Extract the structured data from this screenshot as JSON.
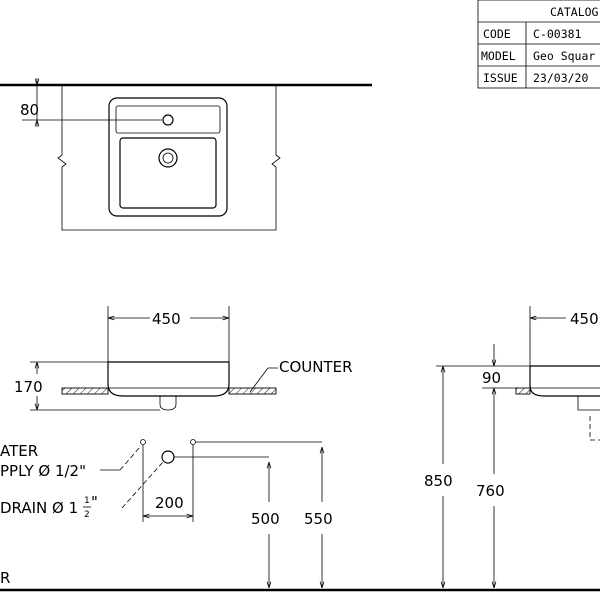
{
  "title_block": {
    "catalog_label": "CATALOG",
    "rows": [
      {
        "label": "CODE",
        "value": "C-00381"
      },
      {
        "label": "MODEL",
        "value": "Geo Squar"
      },
      {
        "label": "ISSUE",
        "value": "23/03/20"
      }
    ]
  },
  "top_view": {
    "dim_80": "80"
  },
  "front_view": {
    "dim_width": "450",
    "dim_height": "170",
    "counter_label": "COUNTER",
    "water_supply_line1": "ATER",
    "water_supply_line2": "PPLY Ø 1/2\"",
    "drain_label": "DRAIN Ø 1",
    "drain_frac_num": "1",
    "drain_frac_den": "2",
    "drain_inch": "\"",
    "dim_200": "200",
    "dim_500": "500",
    "dim_550": "550",
    "floor_label": "R"
  },
  "side_view": {
    "dim_width": "450",
    "dim_90": "90",
    "dim_850": "850",
    "dim_760": "760"
  }
}
